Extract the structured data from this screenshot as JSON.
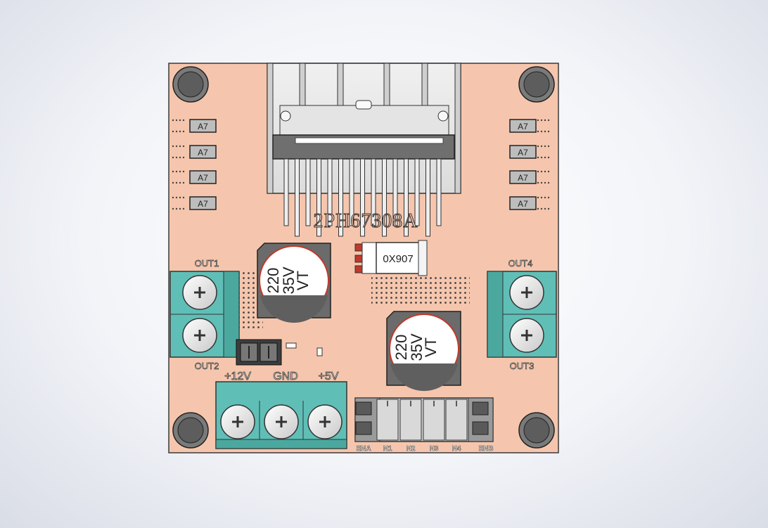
{
  "board": {
    "pcb_color": "#f5c6ad",
    "outline_color": "#3a3a3a",
    "terminal_color": "#5fbfb7"
  },
  "labels": {
    "chip_marking": "2PH67308A",
    "regulator_marking": "0X907",
    "cap1_value": "220",
    "cap1_voltage": "35V",
    "cap1_series": "VT",
    "cap2_value": "220",
    "cap2_voltage": "35V",
    "cap2_series": "VT",
    "out1": "OUT1",
    "out2": "OUT2",
    "out3": "OUT3",
    "out4": "OUT4",
    "v12": "+12V",
    "gnd": "GND",
    "v5": "+5V",
    "resistor_mark": "A7"
  },
  "header_pins": [
    "ENA",
    "N1",
    "N2",
    "N3",
    "N4",
    "ENB"
  ]
}
